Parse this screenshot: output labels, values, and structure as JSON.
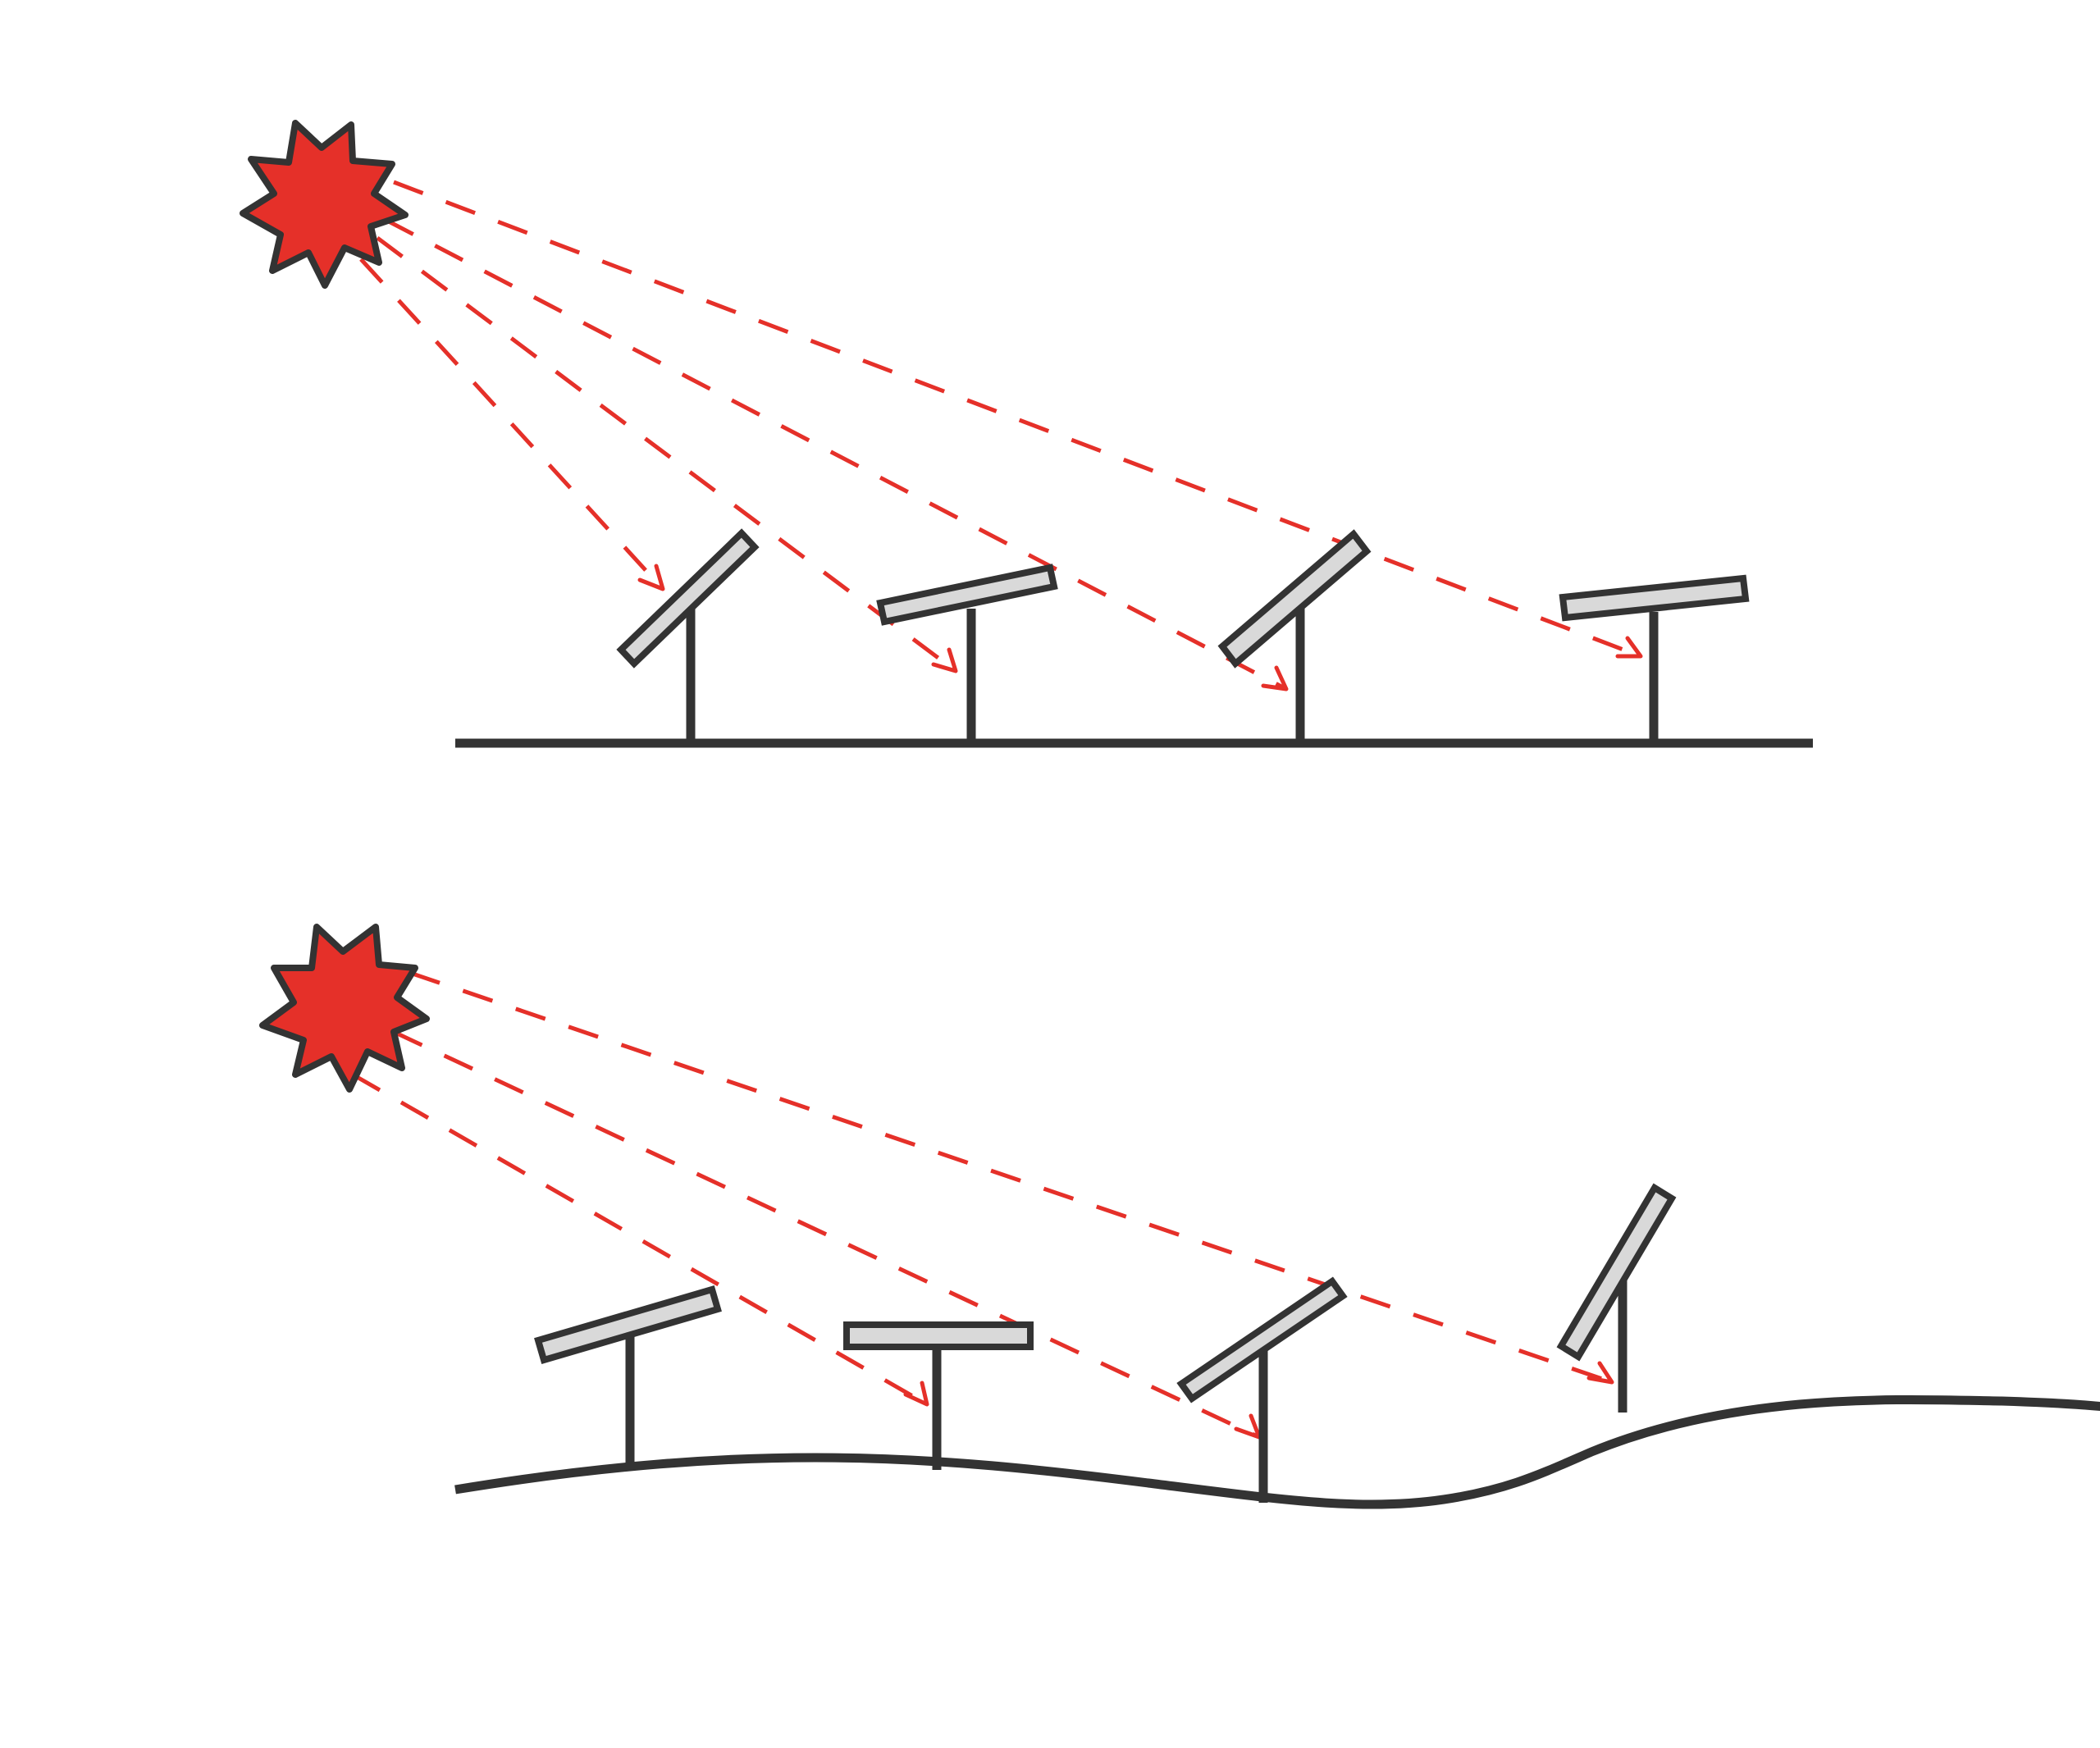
{
  "colors": {
    "background": "#ffffff",
    "outline": "#333333",
    "panel_fill": "#d9d9d9",
    "sun_fill": "#e53029",
    "sunlight_ray": "#e53029"
  },
  "scenes": [
    {
      "id": "flat-terrain",
      "terrain": "flat",
      "tracker_count": 4,
      "sunlight_ray_count": 4
    },
    {
      "id": "uneven-terrain",
      "terrain": "uneven",
      "tracker_count": 4,
      "sunlight_ray_count": 3
    }
  ]
}
